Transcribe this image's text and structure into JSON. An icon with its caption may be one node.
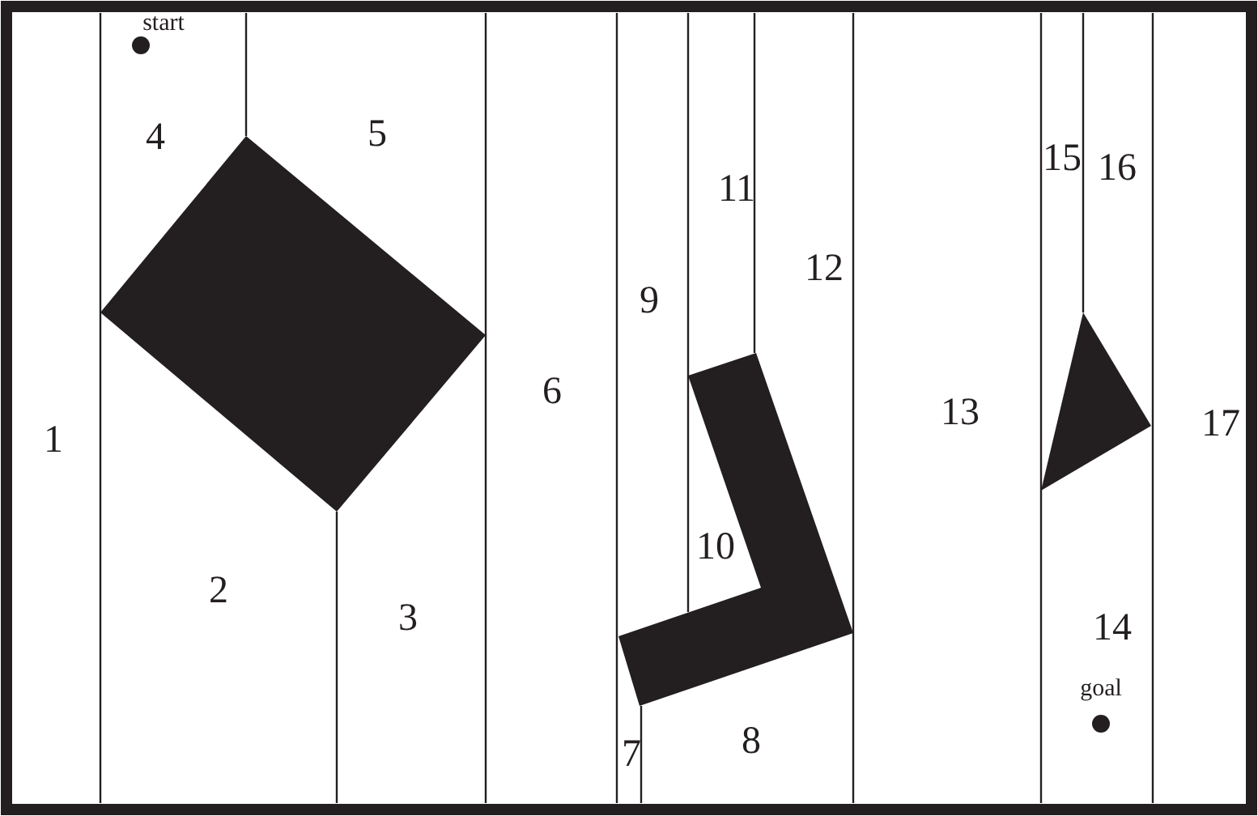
{
  "diagram": {
    "labels": [
      "start",
      "4",
      "5",
      "11",
      "15",
      "16",
      "12",
      "9",
      "6",
      "13",
      "1",
      "17",
      "10",
      "2",
      "3",
      "14",
      "goal",
      "8",
      "7"
    ]
  }
}
